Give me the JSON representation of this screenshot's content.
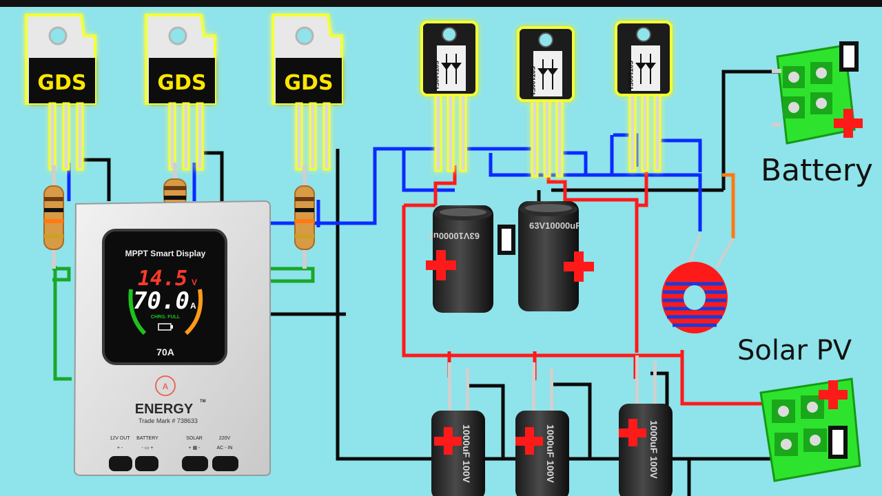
{
  "labels": {
    "battery": "Battery",
    "solar_pv": "Solar PV"
  },
  "mosfets": [
    {
      "marking": "GDS"
    },
    {
      "marking": "GDS"
    },
    {
      "marking": "GDS"
    }
  ],
  "diodes": [
    {
      "marking": "S0T100E1"
    },
    {
      "marking": "S0T100E1"
    },
    {
      "marking": "S0T100E1"
    }
  ],
  "controller": {
    "display_title": "MPPT Smart Display",
    "voltage_value": "14.5",
    "voltage_unit": "V",
    "current_value": "70.0",
    "current_unit": "A",
    "status_text": "CHRG. FULL",
    "rating": "70A",
    "brand": "ENERGY",
    "trademark_symbol": "TM",
    "trade_mark": "Trade Mark # 738633",
    "ports": [
      {
        "label": "12V OUT",
        "polarity": "+    -"
      },
      {
        "label": "BATTERY",
        "polarity": "- ▭ +"
      },
      {
        "label": "SOLAR",
        "polarity": "+ ▦ -"
      },
      {
        "label": "220V",
        "polarity": "AC - IN"
      }
    ]
  },
  "large_capacitors": [
    {
      "marking": "63V10000uF"
    },
    {
      "marking": "63V10000uF"
    }
  ],
  "small_capacitors": [
    {
      "marking": "1000uF 100V"
    },
    {
      "marking": "1000uF 100V"
    },
    {
      "marking": "1000uF 100V"
    }
  ],
  "colors": {
    "background": "#8fe3ea",
    "wire_red": "#ff1a1a",
    "wire_blue": "#0a2bff",
    "wire_black": "#0a0a0a",
    "wire_green": "#18a82a",
    "wire_orange": "#ff7a12",
    "terminal_green": "#2ee32e",
    "glow": "#f4ff33"
  }
}
